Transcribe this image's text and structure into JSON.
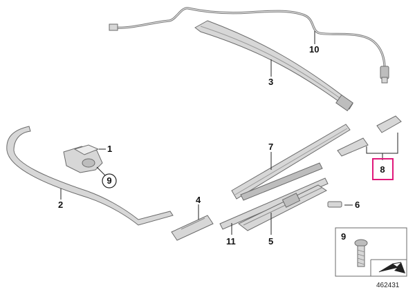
{
  "callouts": {
    "c1": "1",
    "c2": "2",
    "c3": "3",
    "c4": "4",
    "c5": "5",
    "c6": "6",
    "c7": "7",
    "c8": "8",
    "c9": "9",
    "c10": "10",
    "c11": "11"
  },
  "legend": {
    "callout": "9"
  },
  "diagram_id": "462431",
  "colors": {
    "highlight": "#e0187a",
    "part_fill": "#d7d7d7",
    "outline": "#6a6a6a"
  },
  "icons": {
    "cable": "drain-hose-icon",
    "rail": "guide-rail-icon",
    "motor": "sunroof-motor-icon",
    "seal": "seal-frame-icon",
    "screw": "screw-icon",
    "arrow": "orientation-arrow-icon"
  }
}
